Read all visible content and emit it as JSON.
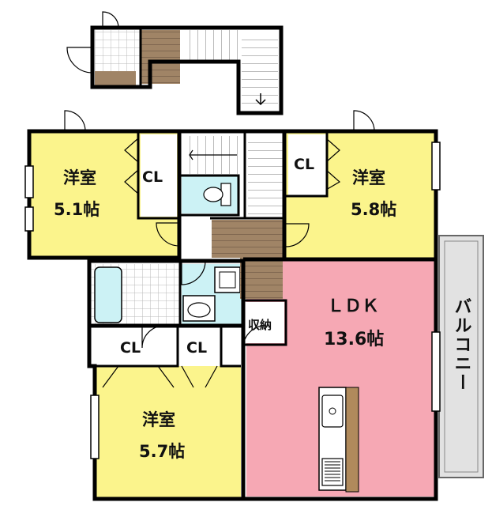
{
  "plan": {
    "rooms": {
      "western_1": {
        "name": "洋室",
        "size": "5.1帖"
      },
      "western_2": {
        "name": "洋室",
        "size": "5.8帖"
      },
      "western_3": {
        "name": "洋室",
        "size": "5.7帖"
      },
      "ldk": {
        "name": "ＬＤＫ",
        "size": "13.6帖"
      }
    },
    "closet_label": "CL",
    "storage_label": "収納",
    "balcony_label": "バルコニー"
  },
  "colors": {
    "western": "#fbf48c",
    "ldk": "#f6a8b4",
    "wet_area": "#ccf2f5",
    "stairs": "#a08466",
    "balcony": "#e2e2e2",
    "wall": "#000000"
  },
  "icons": [
    "door-icon",
    "toilet-icon",
    "bathtub-icon",
    "washbasin-icon",
    "washing-machine-icon",
    "kitchen-sink-icon",
    "stove-icon",
    "window-icon",
    "stairs-icon"
  ]
}
